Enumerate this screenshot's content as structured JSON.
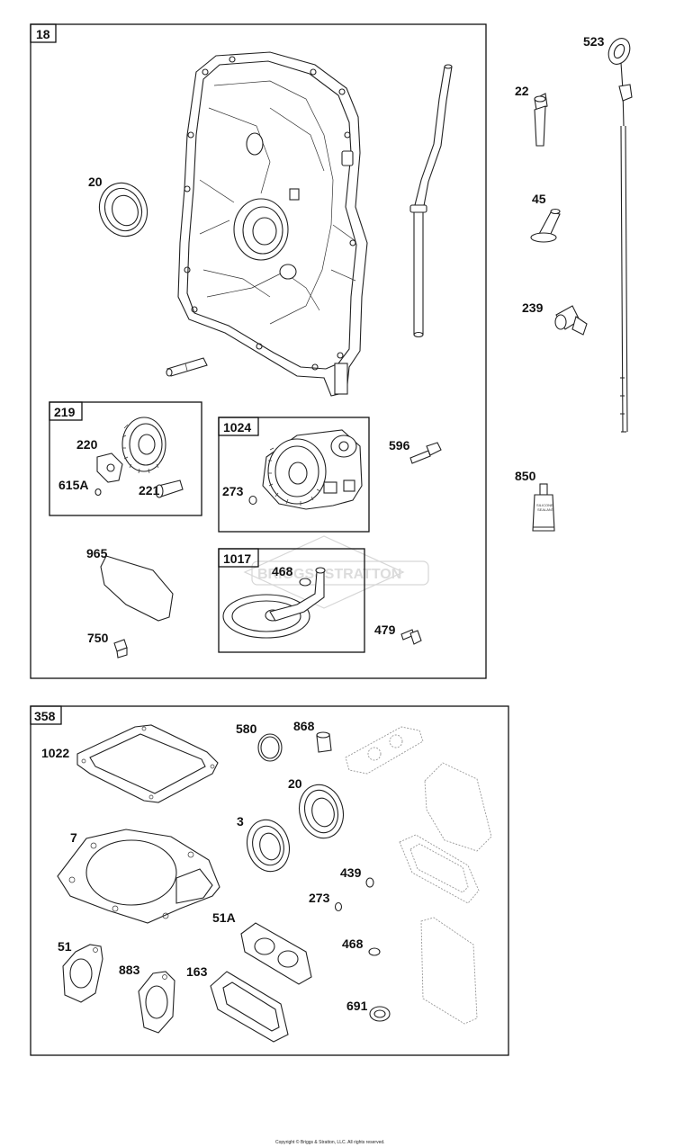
{
  "boxes": {
    "b18": "18",
    "b219": "219",
    "b1024": "1024",
    "b1017": "1017",
    "b358": "358"
  },
  "labels": {
    "p523": "523",
    "p22": "22",
    "p45": "45",
    "p239": "239",
    "p850": "850",
    "p20a": "20",
    "p596": "596",
    "p479": "479",
    "p220": "220",
    "p615A": "615A",
    "p221": "221",
    "p273a": "273",
    "p965": "965",
    "p750": "750",
    "p468a": "468",
    "p580": "580",
    "p868": "868",
    "p1022": "1022",
    "p20b": "20",
    "p3": "3",
    "p7": "7",
    "p439": "439",
    "p273b": "273",
    "p51A": "51A",
    "p468b": "468",
    "p51": "51",
    "p883": "883",
    "p163": "163",
    "p691": "691"
  },
  "sealant_text": [
    "SILICONE",
    "SEALANT"
  ],
  "watermark": "BRIGGS&STRATTON",
  "copyright": "Copyright © Briggs & Stratton, LLC. All rights reserved."
}
